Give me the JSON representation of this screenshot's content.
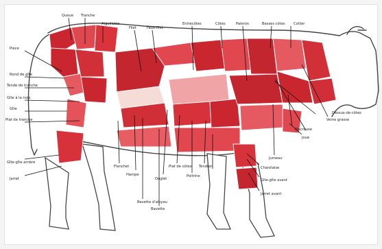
{
  "title": "",
  "colors": {
    "background": "#ffffff",
    "cut_dark": "#c9262f",
    "cut_mid": "#e0474f",
    "cut_light": "#f0a4a6",
    "fat": "#f6dcd7",
    "outline": "#444444"
  },
  "labels": [
    {
      "text": "Queue",
      "cut": "queue"
    },
    {
      "text": "Tranche",
      "cut": "tranche-top"
    },
    {
      "text": "Aiguillette",
      "cut": "aiguillette"
    },
    {
      "text": "Filet",
      "cut": "filet"
    },
    {
      "text": "Faux-filet",
      "cut": "faux-filet"
    },
    {
      "text": "Entrecôtes",
      "cut": "entrecotes"
    },
    {
      "text": "Côtes",
      "cut": "cotes"
    },
    {
      "text": "Paleron",
      "cut": "paleron"
    },
    {
      "text": "Basses côtes",
      "cut": "basses-cotes"
    },
    {
      "text": "Collier",
      "cut": "collier"
    },
    {
      "text": "Pièce",
      "cut": "piece"
    },
    {
      "text": "Bavette",
      "cut": "bavette"
    },
    {
      "text": "Hampe",
      "cut": "hampe"
    },
    {
      "text": "Onglet",
      "cut": "onglet"
    },
    {
      "text": "Flanchet",
      "cut": "flanchet"
    },
    {
      "text": "Plat de côtes",
      "cut": "plat-de-cotes"
    },
    {
      "text": "Poitrine",
      "cut": "poitrine"
    },
    {
      "text": "Tendron",
      "cut": "tendron"
    },
    {
      "text": "Jumeau",
      "cut": "jumeau"
    },
    {
      "text": "Macreuse",
      "cut": "macreuse"
    },
    {
      "text": "Joue",
      "cut": "joue"
    },
    {
      "text": "Veine grasse",
      "cut": "veine-grasse"
    },
    {
      "text": "Jarret",
      "cut": "jarret-arriere"
    },
    {
      "text": "Gîte",
      "cut": "gite"
    },
    {
      "text": "Rond de gîte",
      "cut": "rond-de-gite"
    },
    {
      "text": "Tende de tranche",
      "cut": "tende-de-tranche"
    },
    {
      "text": "Gîte à la noix",
      "cut": "gite-a-la-noix"
    },
    {
      "text": "Plat de tranche",
      "cut": "plat-de-tranche"
    },
    {
      "text": "Bavette d'aloyau",
      "cut": "bavette-aloyau"
    },
    {
      "text": "Gîte-gîte avant",
      "cut": "gite-avant"
    },
    {
      "text": "Jarret avant",
      "cut": "jarret-avant"
    },
    {
      "text": "Gîte-gîte arrière",
      "cut": "gite-arriere"
    },
    {
      "text": "Charolaise",
      "cut": "charolaise"
    },
    {
      "text": "Dessus-de-côtes",
      "cut": "dessus-de-cotes"
    }
  ]
}
